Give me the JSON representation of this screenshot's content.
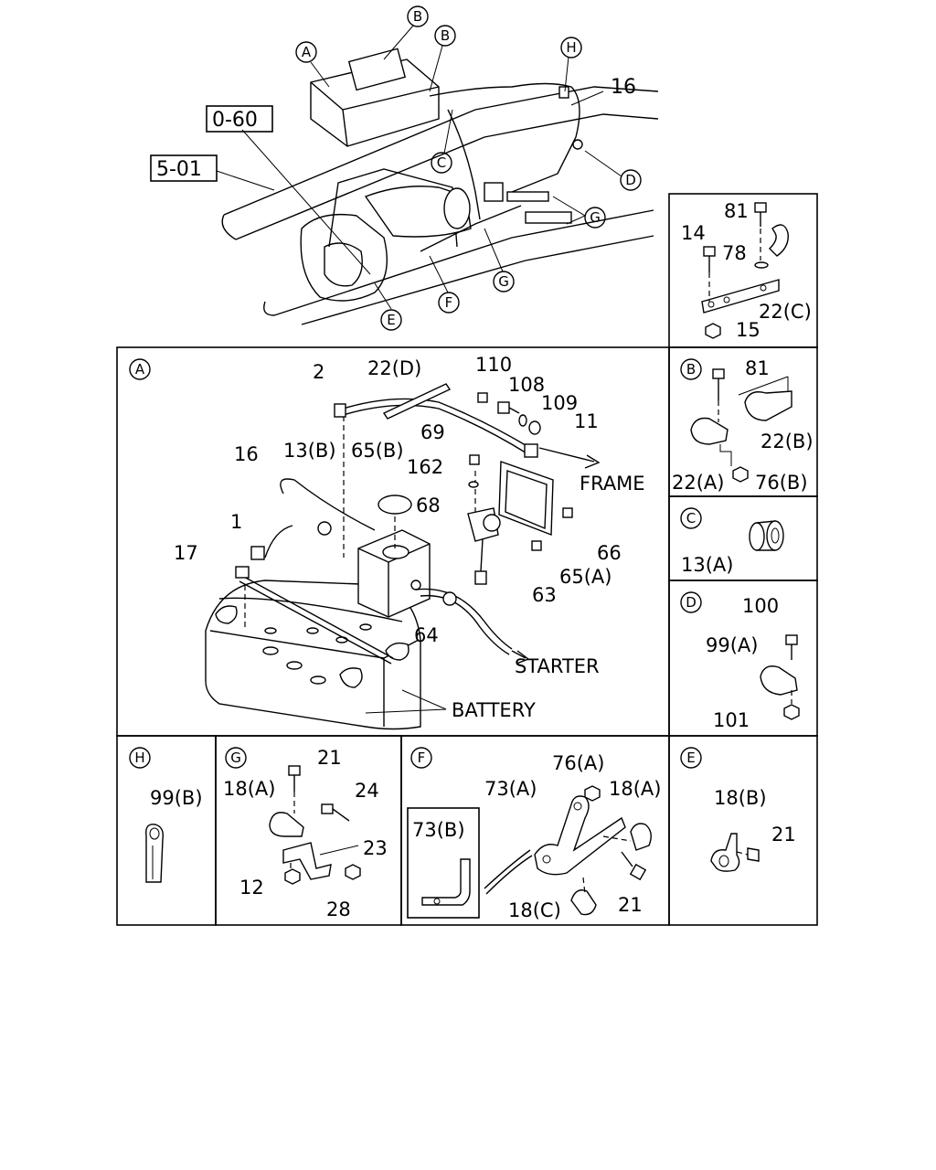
{
  "refs": {
    "r1": "0-60",
    "r2": "5-01"
  },
  "overview": {
    "A": "A",
    "B1": "B",
    "B2": "B",
    "H": "H",
    "C": "C",
    "D": "D",
    "G1": "G",
    "G2": "G",
    "F": "F",
    "E": "E",
    "n16": "16"
  },
  "panelAA": {
    "marker": "A",
    "labels": {
      "n2": "2",
      "n22d": "22(D)",
      "n110": "110",
      "n108": "108",
      "n109": "109",
      "n11": "11",
      "n69": "69",
      "n162": "162",
      "n68": "68",
      "n16": "16",
      "n13b": "13(B)",
      "n65b": "65(B)",
      "n1": "1",
      "n17": "17",
      "n66": "66",
      "n65a": "65(A)",
      "n63": "63",
      "n64": "64"
    },
    "frame": "FRAME",
    "starter": "STARTER",
    "battery": "BATTERY"
  },
  "panelTR": {
    "n81": "81",
    "n14": "14",
    "n78": "78",
    "n22c": "22(C)",
    "n15": "15"
  },
  "panelB": {
    "marker": "B",
    "n81": "81",
    "n22b": "22(B)",
    "n22a": "22(A)",
    "n76b": "76(B)"
  },
  "panelC": {
    "marker": "C",
    "n13a": "13(A)"
  },
  "panelD": {
    "marker": "D",
    "n100": "100",
    "n99a": "99(A)",
    "n101": "101"
  },
  "panelH": {
    "marker": "H",
    "n99b": "99(B)"
  },
  "panelG": {
    "marker": "G",
    "n21": "21",
    "n18a": "18(A)",
    "n24": "24",
    "n23": "23",
    "n12": "12",
    "n28": "28"
  },
  "panelF": {
    "marker": "F",
    "n76a": "76(A)",
    "n73a": "73(A)",
    "n18a": "18(A)",
    "n73b": "73(B)",
    "n18c": "18(C)",
    "n21": "21"
  },
  "panelE": {
    "marker": "E",
    "n18b": "18(B)",
    "n21": "21"
  }
}
